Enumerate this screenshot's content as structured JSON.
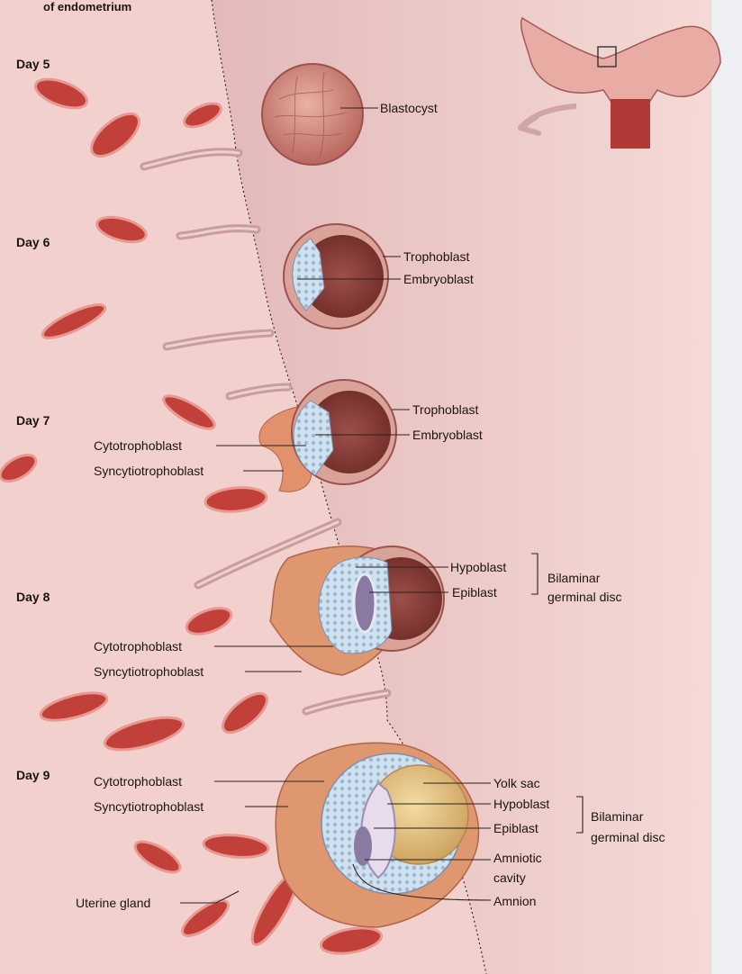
{
  "heading": "of endometrium",
  "days": {
    "day5": "Day 5",
    "day6": "Day 6",
    "day7": "Day 7",
    "day8": "Day 8",
    "day9": "Day 9"
  },
  "labels": {
    "day5": {
      "blastocyst": "Blastocyst"
    },
    "day6": {
      "trophoblast": "Trophoblast",
      "embryoblast": "Embryoblast"
    },
    "day7": {
      "trophoblast": "Trophoblast",
      "embryoblast": "Embryoblast",
      "cytotrophoblast": "Cytotrophoblast",
      "syncytiotrophoblast": "Syncytiotrophoblast"
    },
    "day8": {
      "hypoblast": "Hypoblast",
      "epiblast": "Epiblast",
      "bilaminar_line1": "Bilaminar",
      "bilaminar_line2": "germinal disc",
      "cytotrophoblast": "Cytotrophoblast",
      "syncytiotrophoblast": "Syncytiotrophoblast"
    },
    "day9": {
      "cytotrophoblast": "Cytotrophoblast",
      "syncytiotrophoblast": "Syncytiotrophoblast",
      "yolk_sac": "Yolk sac",
      "hypoblast": "Hypoblast",
      "epiblast": "Epiblast",
      "bilaminar_line1": "Bilaminar",
      "bilaminar_line2": "germinal disc",
      "amniotic_line1": "Amniotic",
      "amniotic_line2": "cavity",
      "amnion": "Amnion",
      "uterine_gland": "Uterine gland"
    }
  },
  "colors": {
    "tissue": "#f1c9c6",
    "lumen": "#e9c3c3",
    "vessel": "#c2403a",
    "trophoblast": "#b87a74",
    "embryoblast": "#c9d8e6",
    "syncytium": "#d88f6a",
    "yolk_sac": "#e6c07e"
  }
}
